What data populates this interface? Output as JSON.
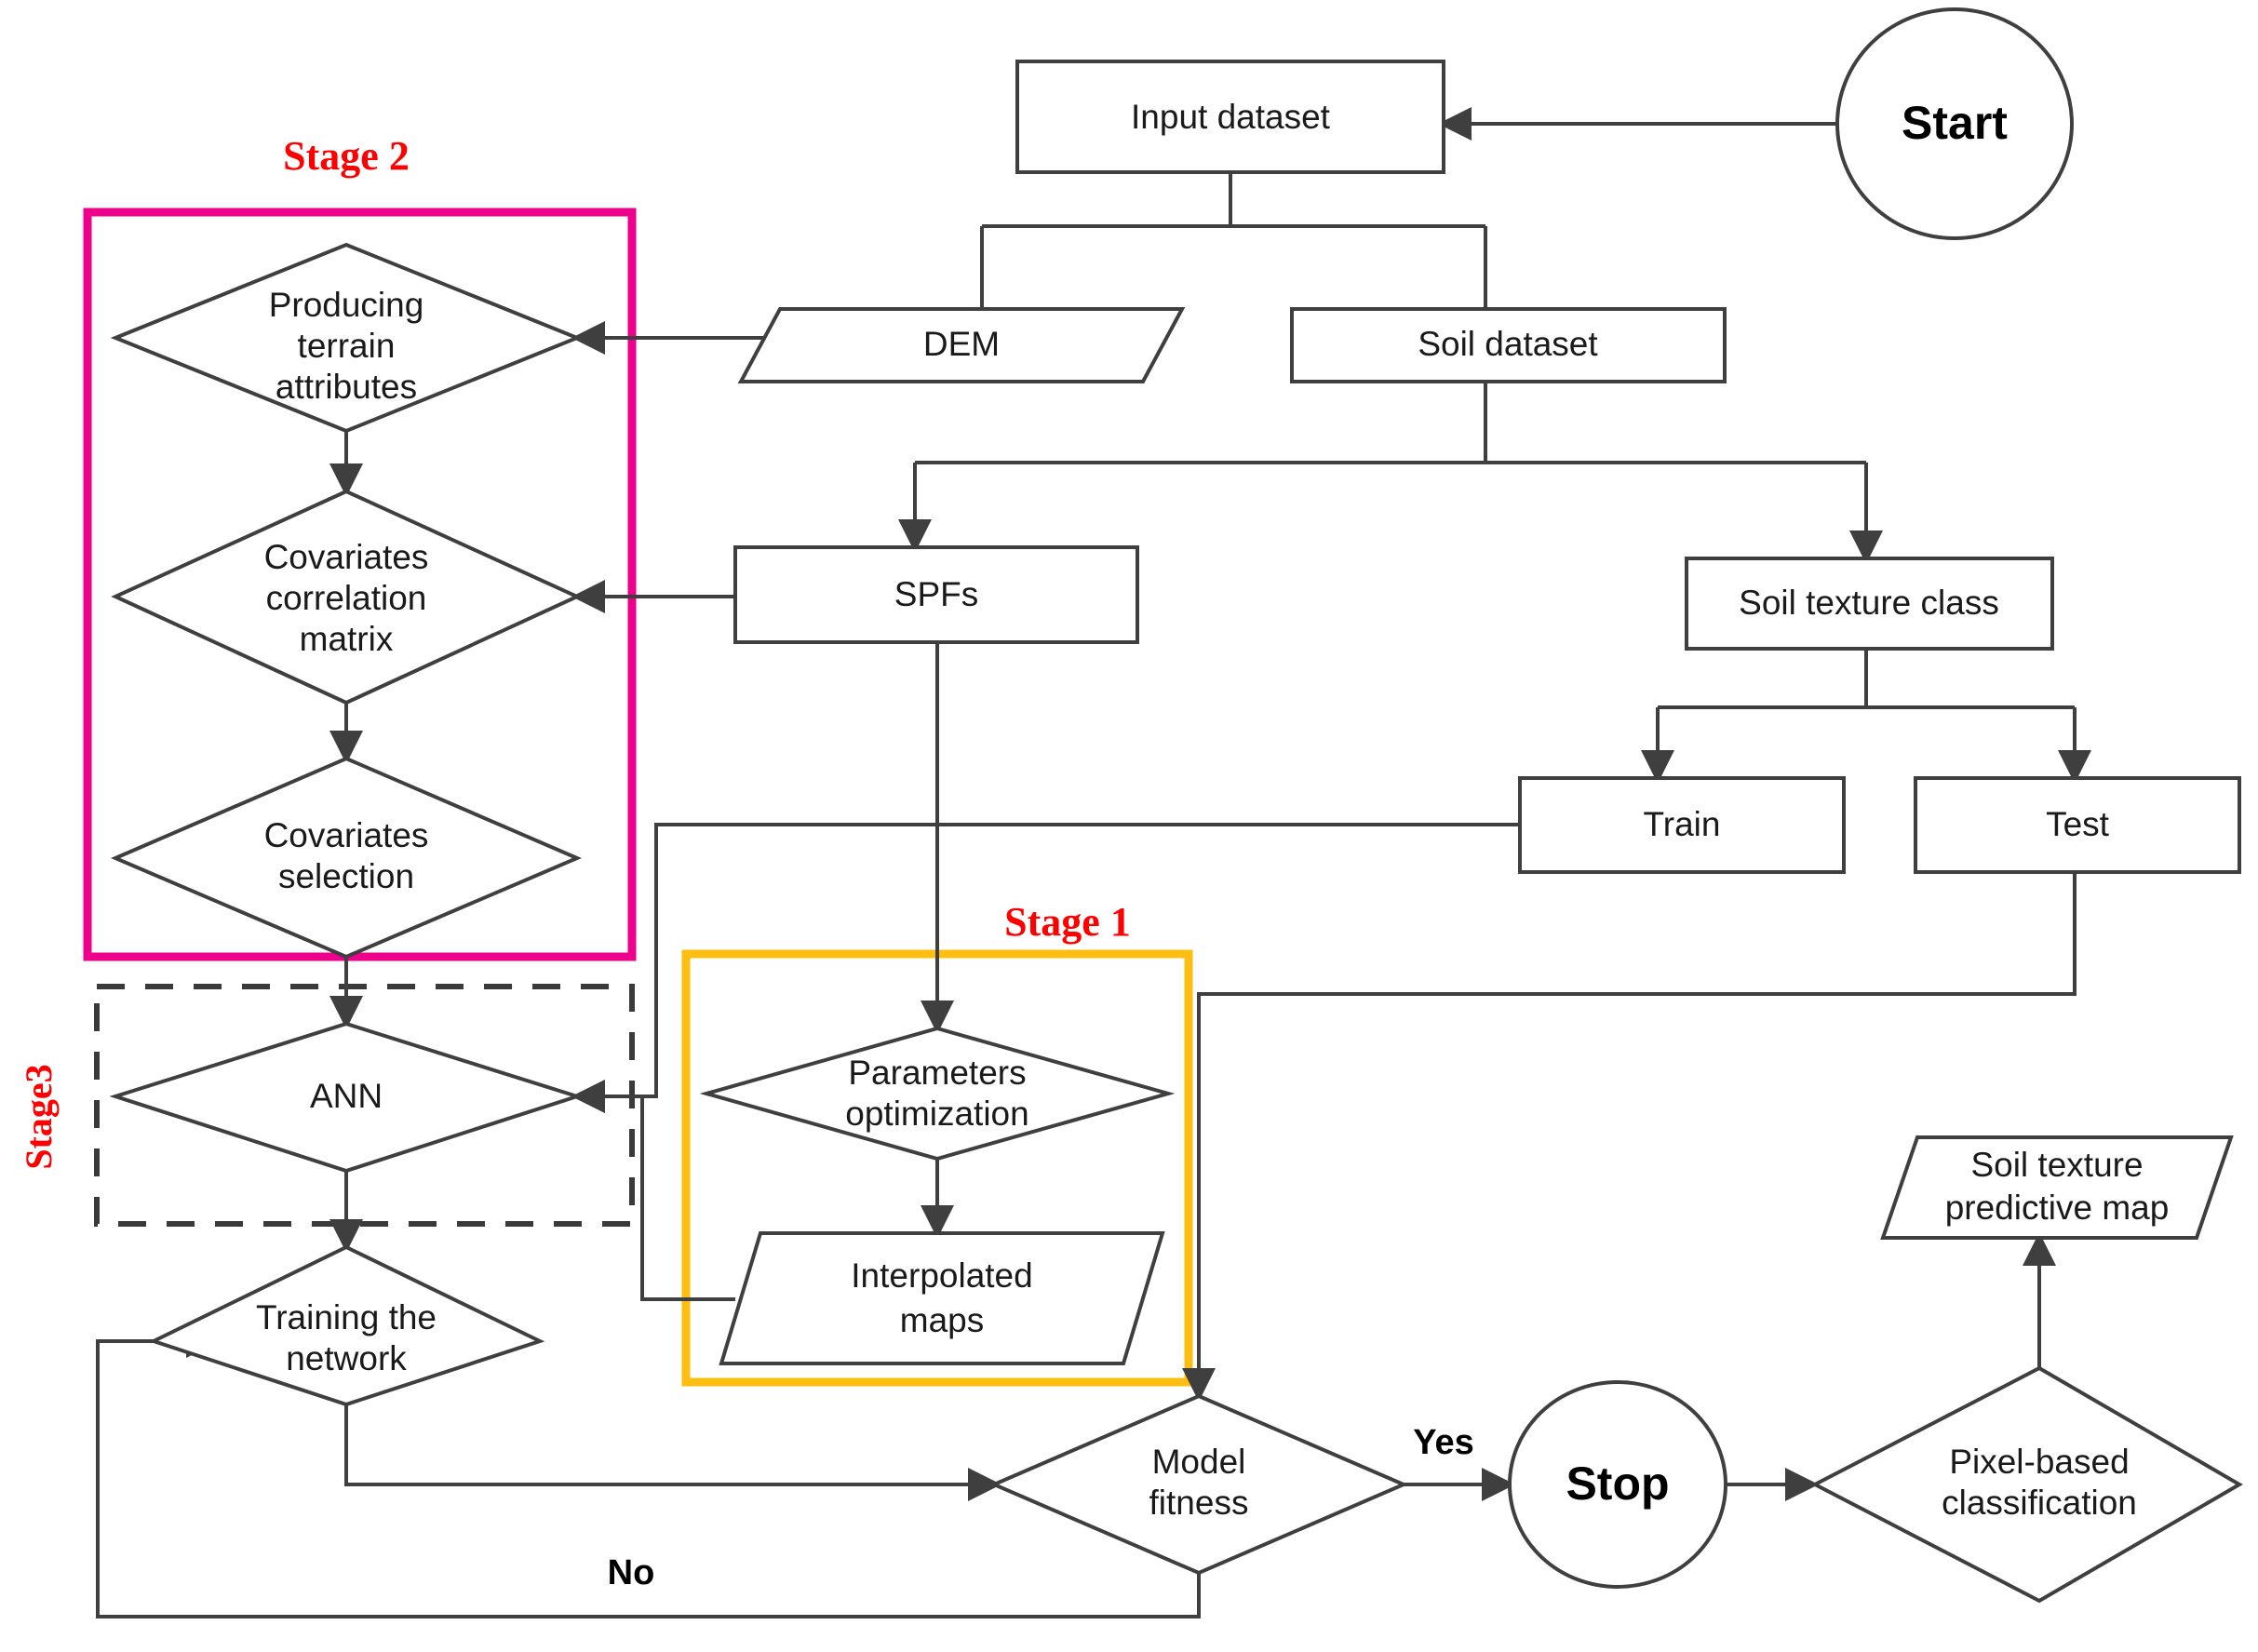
{
  "diagram": {
    "title": "Soil texture predictive mapping workflow",
    "colors": {
      "stage1_box": "#fcbf11",
      "stage2_box": "#ec008c",
      "stage3_box": "#3a3a3a",
      "stage_label": "#ff0000",
      "shape_stroke": "#3f3f3f",
      "background": "#ffffff"
    },
    "stage_labels": [
      {
        "id": "stage2",
        "text": "Stage 2",
        "orientation": "horizontal"
      },
      {
        "id": "stage1",
        "text": "Stage 1",
        "orientation": "horizontal"
      },
      {
        "id": "stage3",
        "text": "Stage3",
        "orientation": "vertical"
      }
    ],
    "nodes": [
      {
        "id": "start",
        "shape": "terminator",
        "label": "Start"
      },
      {
        "id": "input_dataset",
        "shape": "process",
        "label": "Input dataset"
      },
      {
        "id": "dem",
        "shape": "data",
        "label": "DEM"
      },
      {
        "id": "soil_dataset",
        "shape": "process",
        "label": "Soil dataset"
      },
      {
        "id": "producing_terrain",
        "shape": "decision",
        "label": "Producing terrain attributes"
      },
      {
        "id": "covar_corr",
        "shape": "decision",
        "label": "Covariates correlation matrix"
      },
      {
        "id": "covar_sel",
        "shape": "decision",
        "label": "Covariates selection"
      },
      {
        "id": "spfs",
        "shape": "process",
        "label": "SPFs"
      },
      {
        "id": "soil_texture",
        "shape": "process",
        "label": "Soil texture class"
      },
      {
        "id": "train",
        "shape": "process",
        "label": "Train"
      },
      {
        "id": "test",
        "shape": "process",
        "label": "Test"
      },
      {
        "id": "ann",
        "shape": "decision",
        "label": "ANN"
      },
      {
        "id": "params_opt",
        "shape": "decision",
        "label": "Parameters optimization"
      },
      {
        "id": "interp_maps",
        "shape": "data",
        "label": "Interpolated maps"
      },
      {
        "id": "training_network",
        "shape": "decision",
        "label": "Training the network"
      },
      {
        "id": "model_fitness",
        "shape": "decision",
        "label": "Model fitness"
      },
      {
        "id": "stop",
        "shape": "terminator",
        "label": "Stop"
      },
      {
        "id": "pixel_class",
        "shape": "decision",
        "label": "Pixel-based classification"
      },
      {
        "id": "predictive_map",
        "shape": "data",
        "label": "Soil texture predictive map"
      }
    ],
    "node_label_lines": {
      "start": [
        "Start"
      ],
      "input_dataset": [
        "Input dataset"
      ],
      "dem": [
        "DEM"
      ],
      "soil_dataset": [
        "Soil dataset"
      ],
      "producing_terrain": [
        "Producing",
        "terrain",
        "attributes"
      ],
      "covar_corr": [
        "Covariates",
        "correlation",
        "matrix"
      ],
      "covar_sel": [
        "Covariates",
        "selection"
      ],
      "spfs": [
        "SPFs"
      ],
      "soil_texture": [
        "Soil texture class"
      ],
      "train": [
        "Train"
      ],
      "test": [
        "Test"
      ],
      "ann": [
        "ANN"
      ],
      "params_opt": [
        "Parameters",
        "optimization"
      ],
      "interp_maps": [
        "Interpolated",
        "maps"
      ],
      "training_network": [
        "Training the",
        "network"
      ],
      "model_fitness": [
        "Model",
        "fitness"
      ],
      "stop": [
        "Stop"
      ],
      "pixel_class": [
        "Pixel-based",
        "classification"
      ],
      "predictive_map": [
        "Soil texture",
        "predictive map"
      ]
    },
    "edges": [
      {
        "from": "start",
        "to": "input_dataset",
        "label": ""
      },
      {
        "from": "input_dataset",
        "to": "dem",
        "label": ""
      },
      {
        "from": "input_dataset",
        "to": "soil_dataset",
        "label": ""
      },
      {
        "from": "dem",
        "to": "producing_terrain",
        "label": ""
      },
      {
        "from": "producing_terrain",
        "to": "covar_corr",
        "label": ""
      },
      {
        "from": "covar_corr",
        "to": "covar_sel",
        "label": ""
      },
      {
        "from": "soil_dataset",
        "to": "spfs",
        "label": ""
      },
      {
        "from": "soil_dataset",
        "to": "soil_texture",
        "label": ""
      },
      {
        "from": "spfs",
        "to": "covar_corr",
        "label": ""
      },
      {
        "from": "spfs",
        "to": "params_opt",
        "label": ""
      },
      {
        "from": "soil_texture",
        "to": "train",
        "label": ""
      },
      {
        "from": "soil_texture",
        "to": "test",
        "label": ""
      },
      {
        "from": "covar_sel",
        "to": "ann",
        "label": ""
      },
      {
        "from": "train",
        "to": "ann",
        "label": ""
      },
      {
        "from": "params_opt",
        "to": "interp_maps",
        "label": ""
      },
      {
        "from": "interp_maps",
        "to": "ann",
        "label": ""
      },
      {
        "from": "ann",
        "to": "training_network",
        "label": ""
      },
      {
        "from": "training_network",
        "to": "model_fitness",
        "label": ""
      },
      {
        "from": "test",
        "to": "model_fitness",
        "label": ""
      },
      {
        "from": "model_fitness",
        "to": "stop",
        "label": "Yes"
      },
      {
        "from": "model_fitness",
        "to": "training_network",
        "label": "No"
      },
      {
        "from": "stop",
        "to": "pixel_class",
        "label": ""
      },
      {
        "from": "pixel_class",
        "to": "predictive_map",
        "label": ""
      }
    ],
    "edge_labels": [
      {
        "id": "yes",
        "text": "Yes"
      },
      {
        "id": "no",
        "text": "No"
      }
    ],
    "groups": [
      {
        "id": "stage1",
        "label": "Stage 1",
        "members": [
          "params_opt",
          "interp_maps"
        ],
        "border_color": "#fcbf11",
        "border_style": "solid"
      },
      {
        "id": "stage2",
        "label": "Stage 2",
        "members": [
          "producing_terrain",
          "covar_corr",
          "covar_sel"
        ],
        "border_color": "#ec008c",
        "border_style": "solid"
      },
      {
        "id": "stage3",
        "label": "Stage3",
        "members": [
          "ann"
        ],
        "border_color": "#3a3a3a",
        "border_style": "dashed"
      }
    ]
  }
}
